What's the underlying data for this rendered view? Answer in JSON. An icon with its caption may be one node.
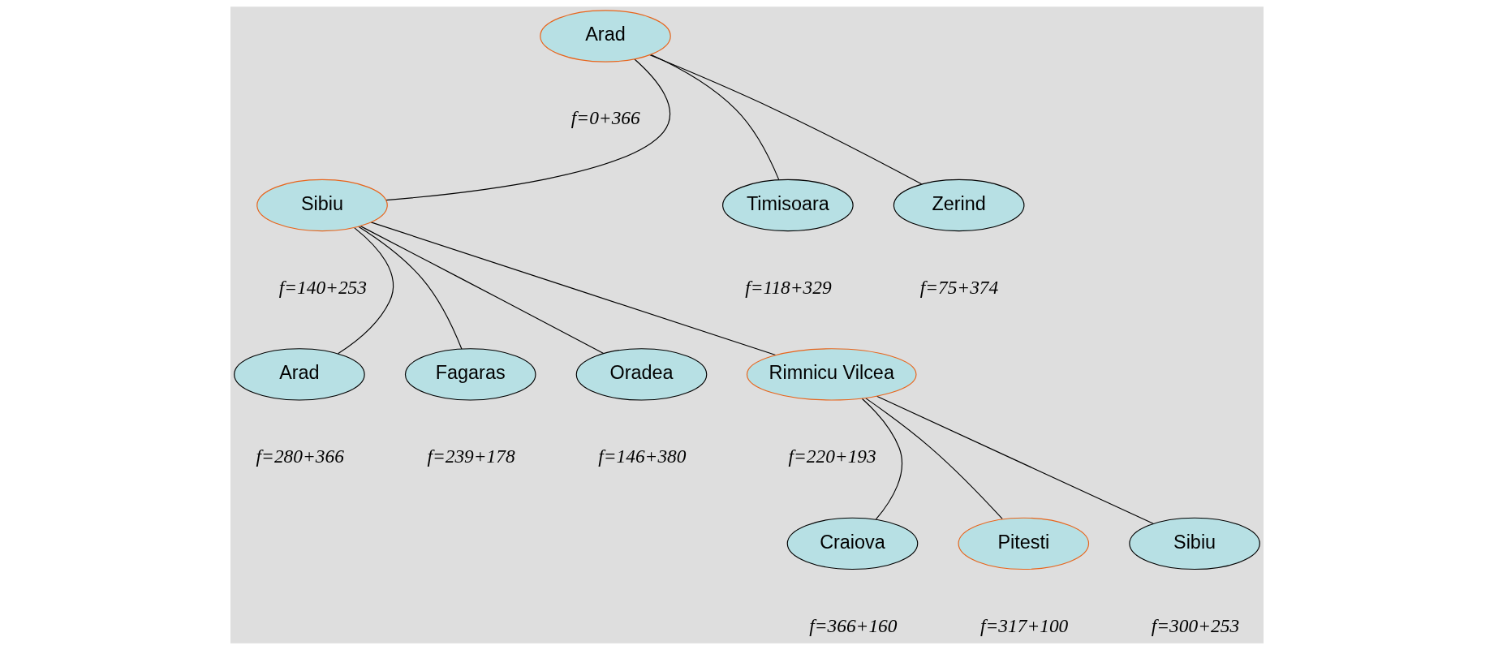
{
  "diagram": {
    "nodes": [
      {
        "text": [
          "Arad"
        ],
        "beside": [
          "f=0+366"
        ]
      },
      {
        "text": [
          "Sibiu"
        ],
        "beside": [
          "f=140+253"
        ]
      },
      {
        "text": [
          "Timisoara"
        ],
        "beside": [
          "f=118+329"
        ]
      },
      {
        "text": [
          "Zerind"
        ],
        "beside": [
          "f=75+374"
        ]
      },
      {
        "text": [
          "Arad"
        ],
        "beside": [
          "f=280+366"
        ]
      },
      {
        "text": [
          "Fagaras"
        ],
        "beside": [
          "f=239+178"
        ]
      },
      {
        "text": [
          "Oradea"
        ],
        "beside": [
          "f=146+380"
        ]
      },
      {
        "text": [
          "Rimnicu Vilcea"
        ],
        "beside": [
          "f=220+193"
        ]
      },
      {
        "text": [
          "Craiova"
        ],
        "beside": [
          "f=366+160"
        ]
      },
      {
        "text": [
          "Pitesti"
        ],
        "beside": [
          "f=317+100"
        ]
      },
      {
        "text": [
          "Sibiu"
        ],
        "beside": [
          "f=300+253"
        ]
      }
    ],
    "edges": [
      {
        "from": 0,
        "to": 1,
        "arrow": "none"
      },
      {
        "from": 0,
        "to": 2,
        "arrow": "none"
      },
      {
        "from": 0,
        "to": 3,
        "arrow": "none"
      },
      {
        "from": 1,
        "to": 4,
        "arrow": "none"
      },
      {
        "from": 1,
        "to": 5,
        "arrow": "none"
      },
      {
        "from": 1,
        "to": 6,
        "arrow": "none"
      },
      {
        "from": 1,
        "to": 7,
        "arrow": "none"
      },
      {
        "from": 7,
        "to": 8,
        "arrow": "none"
      },
      {
        "from": 7,
        "to": 9,
        "arrow": "none"
      },
      {
        "from": 7,
        "to": 10,
        "arrow": "none"
      }
    ]
  }
}
